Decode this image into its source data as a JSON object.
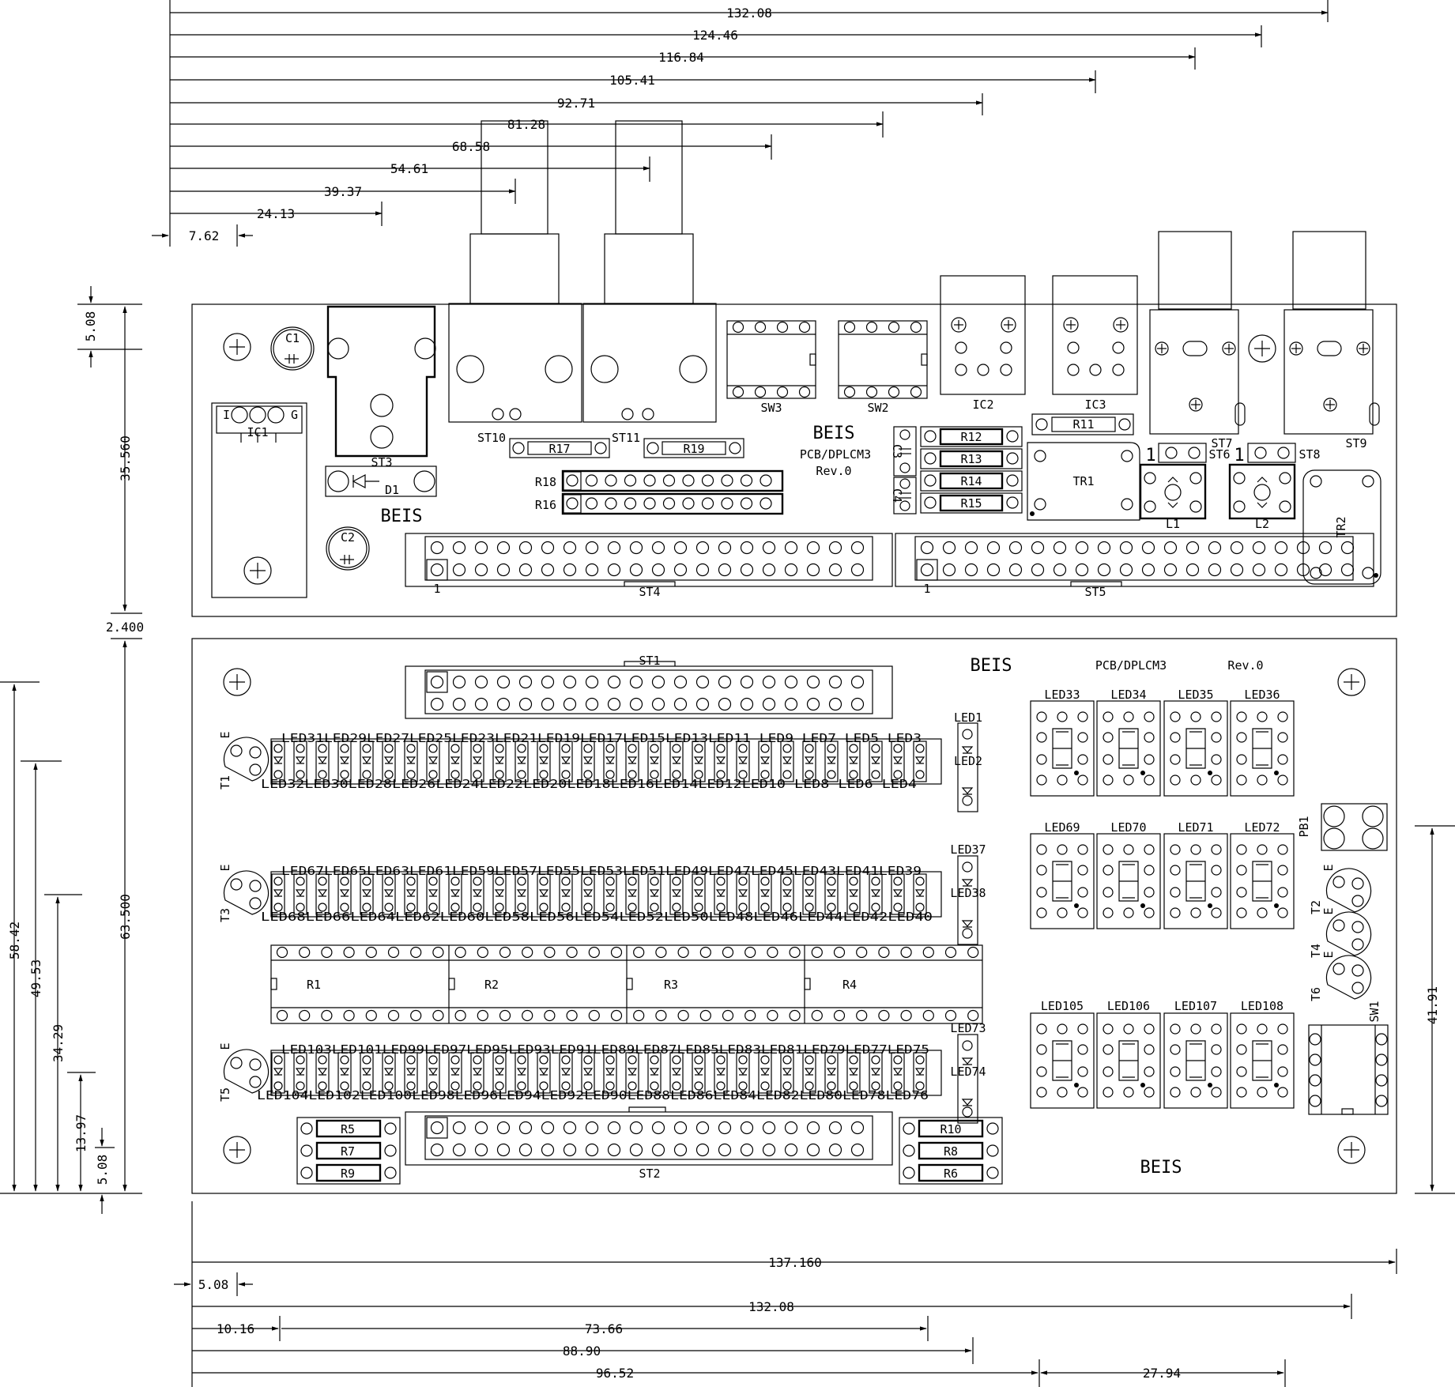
{
  "top_dimensions": [
    "132.08",
    "124.46",
    "116.84",
    "105.41",
    "92.71",
    "81.28",
    "68.58",
    "54.61",
    "39.37",
    "24.13",
    "7.62"
  ],
  "left_dimensions": {
    "top_board": [
      "5.08",
      "35.560"
    ],
    "gap": "2.400",
    "bottom_board": [
      "58.42",
      "49.53",
      "34.29",
      "13.97",
      "5.08",
      "63.500"
    ]
  },
  "right_dimension": "41.91",
  "bottom_dimensions": {
    "row1": "137.160",
    "row2_left": "5.08",
    "row3": "132.08",
    "row4": [
      "10.16",
      "73.66"
    ],
    "row5": "88.90",
    "row6": [
      "96.52",
      "27.94"
    ]
  },
  "top_board": {
    "logo_left": "BEIS",
    "logo_center": "BEIS",
    "board_id": "PCB/DPLCM3",
    "revision": "Rev.0",
    "components": {
      "c1": "C1",
      "c2": "C2",
      "ic1": "IC1",
      "ic1_pin_i": "I",
      "ic1_pin_g": "G",
      "st3": "ST3",
      "d1": "D1",
      "st10": "ST10",
      "st11": "ST11",
      "r17": "R17",
      "r19": "R19",
      "r18": "R18",
      "r16": "R16",
      "sw3": "SW3",
      "sw2": "SW2",
      "ic2": "IC2",
      "ic3": "IC3",
      "c3": "C3",
      "c4": "C4",
      "r12": "R12",
      "r13": "R13",
      "r14": "R14",
      "r15": "R15",
      "r11": "R11",
      "tr1": "TR1",
      "tr2": "TR2",
      "st6": "ST6",
      "st7": "ST7",
      "st8": "ST8",
      "st9": "ST9",
      "l1": "L1",
      "l2": "L2",
      "pin_one": "1",
      "st4": "ST4",
      "st5": "ST5"
    }
  },
  "bottom_board": {
    "logo_top": "BEIS",
    "board_id": "PCB/DPLCM3",
    "revision": "Rev.0",
    "logo_bottom": "BEIS",
    "st1": "ST1",
    "st2": "ST2",
    "transistors": [
      "T1",
      "T3",
      "T5",
      "T2",
      "T4",
      "T6"
    ],
    "emitter": "E",
    "led_row1_top": "LED31LED29LED27LED25LED23LED21LED19LED17LED15LED13LED11 LED9  LED7  LED5  LED3",
    "led_row1_bottom": "LED32LED30LED28LED26LED24LED22LED20LED18LED16LED14LED12LED10 LED8  LED6  LED4",
    "led_row2_top": "LED67LED65LED63LED61LED59LED57LED55LED53LED51LED49LED47LED45LED43LED41LED39",
    "led_row2_bottom": "LED68LED66LED64LED62LED60LED58LED56LED54LED52LED50LED48LED46LED44LED42LED40",
    "led_row3_top": "LED103LED101LED99LED97LED95LED93LED91LED89LED87LED85LED83LED81LED79LED77LED75",
    "led_row3_bottom": "LED104LED102LED100LED98LED96LED94LED92LED90LED88LED86LED84LED82LED80LED78LED76",
    "side_leds": [
      "LED1",
      "LED2",
      "LED37",
      "LED38",
      "LED73",
      "LED74"
    ],
    "resistor_networks": [
      "R1",
      "R2",
      "R3",
      "R4"
    ],
    "resistors_left": [
      "R5",
      "R7",
      "R9"
    ],
    "resistors_right": [
      "R10",
      "R8",
      "R6"
    ],
    "displays_row1": [
      "LED33",
      "LED34",
      "LED35",
      "LED36"
    ],
    "displays_row2": [
      "LED69",
      "LED70",
      "LED71",
      "LED72"
    ],
    "displays_row3": [
      "LED105",
      "LED106",
      "LED107",
      "LED108"
    ],
    "pb1": "PB1",
    "sw1": "SW1"
  }
}
